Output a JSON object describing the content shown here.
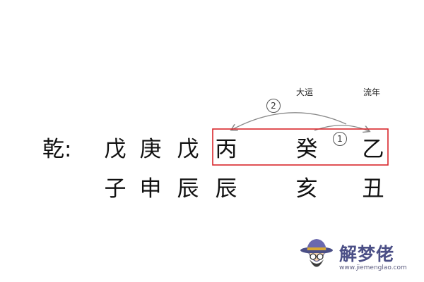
{
  "label": {
    "qian": "乾:"
  },
  "stems": {
    "year": "戊",
    "month": "庚",
    "day": "戊",
    "hour": "丙",
    "dayun": "癸",
    "liunian": "乙"
  },
  "branches": {
    "year": "子",
    "month": "申",
    "day": "辰",
    "hour": "辰",
    "dayun": "亥",
    "liunian": "丑"
  },
  "headers": {
    "dayun": "大运",
    "liunian": "流年"
  },
  "markers": {
    "one": "1",
    "two": "2"
  },
  "colors": {
    "highlight_box": "#d9262b",
    "arrow": "#8a8a8a",
    "text": "#111111",
    "watermark": "#4b4f86"
  },
  "watermark": {
    "title": "解梦佬",
    "url": "www.jiemenglao.com"
  }
}
